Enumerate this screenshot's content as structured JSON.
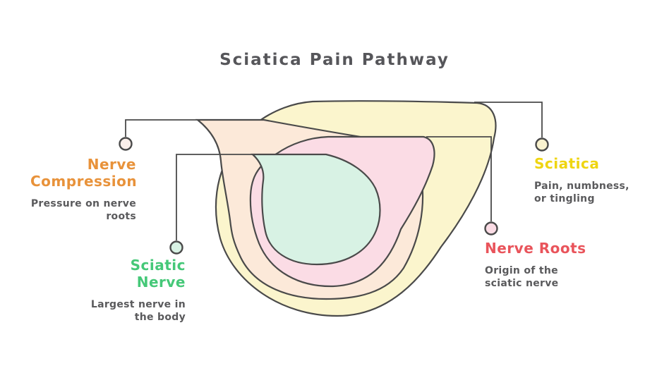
{
  "title": "Sciatica Pain Pathway",
  "colors": {
    "outline": "#4A4A4A",
    "title_text": "#56565A",
    "description_text": "#5A5A5C",
    "layer_sciatica": "#FBF5CD",
    "layer_nerve_compression": "#FCE9D9",
    "layer_nerve_roots": "#FBDCE5",
    "layer_sciatic_nerve": "#D8F2E4"
  },
  "callouts": {
    "nerve_compression": {
      "heading": "Nerve Compression",
      "description": "Pressure on nerve roots",
      "accent": "#E8923A",
      "dot_fill": "#FBEFEA"
    },
    "sciatic_nerve": {
      "heading": "Sciatic Nerve",
      "description": "Largest nerve in the body",
      "accent": "#45C878",
      "dot_fill": "#D8F2E4"
    },
    "sciatica": {
      "heading": "Sciatica",
      "description": "Pain, numbness, or tingling",
      "accent": "#EFD511",
      "dot_fill": "#F9F2CF"
    },
    "nerve_roots": {
      "heading": "Nerve Roots",
      "description": "Origin of the sciatic nerve",
      "accent": "#E9545B",
      "dot_fill": "#FBDCE5"
    }
  }
}
